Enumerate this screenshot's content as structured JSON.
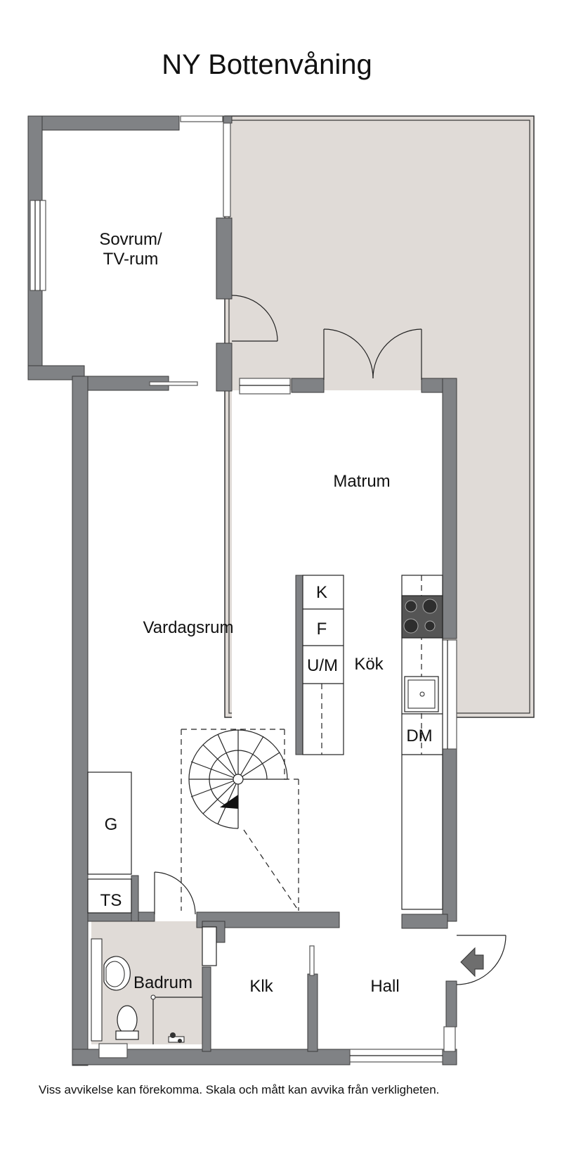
{
  "title": "NY Bottenvåning",
  "footer": "Viss avvikelse kan förekomma. Skala och mått kan avvika från verkligheten.",
  "rooms": {
    "sovrum_line1": "Sovrum/",
    "sovrum_line2": "TV-rum",
    "matrum": "Matrum",
    "vardagsrum": "Vardagsrum",
    "kok": "Kök",
    "badrum": "Badrum",
    "klk": "Klk",
    "hall": "Hall"
  },
  "fixtures": {
    "k": "K",
    "f": "F",
    "um": "U/M",
    "dm": "DM",
    "g": "G",
    "ts": "TS"
  },
  "colors": {
    "wall": "#808285",
    "terrace": "#e0dbd7",
    "bathroom": "#e0dbd7"
  }
}
